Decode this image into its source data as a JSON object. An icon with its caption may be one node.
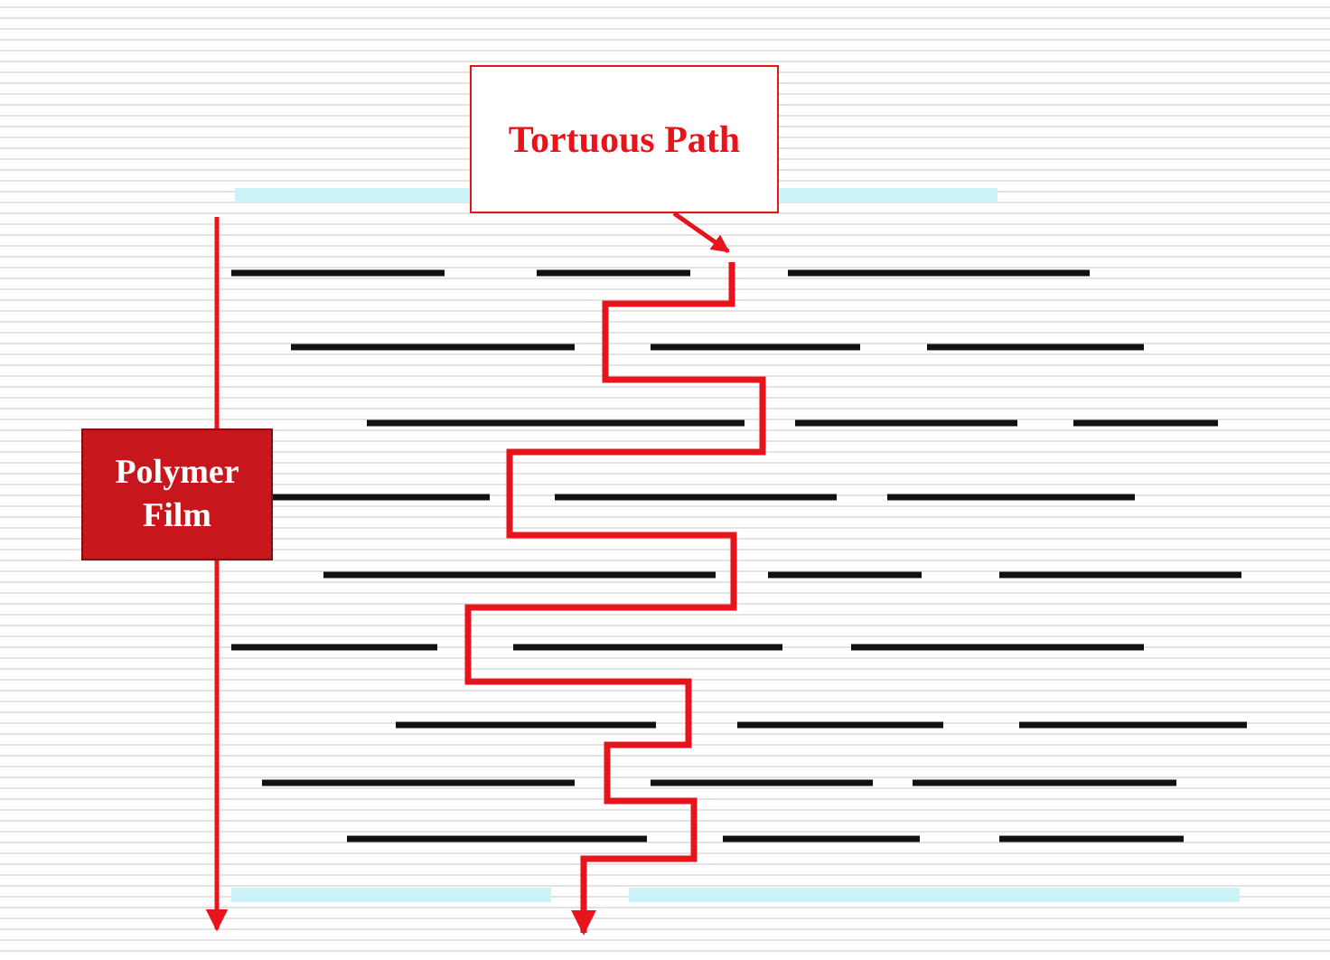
{
  "diagram": {
    "nodes": [
      {
        "text": [
          "Tortuous Path"
        ]
      },
      {
        "text": [
          "Polymer Film"
        ]
      },
      {
        "text": [],
        "shape": "path"
      }
    ],
    "edges": [
      {
        "from": 0,
        "to": 2,
        "arrow": "to"
      }
    ]
  }
}
